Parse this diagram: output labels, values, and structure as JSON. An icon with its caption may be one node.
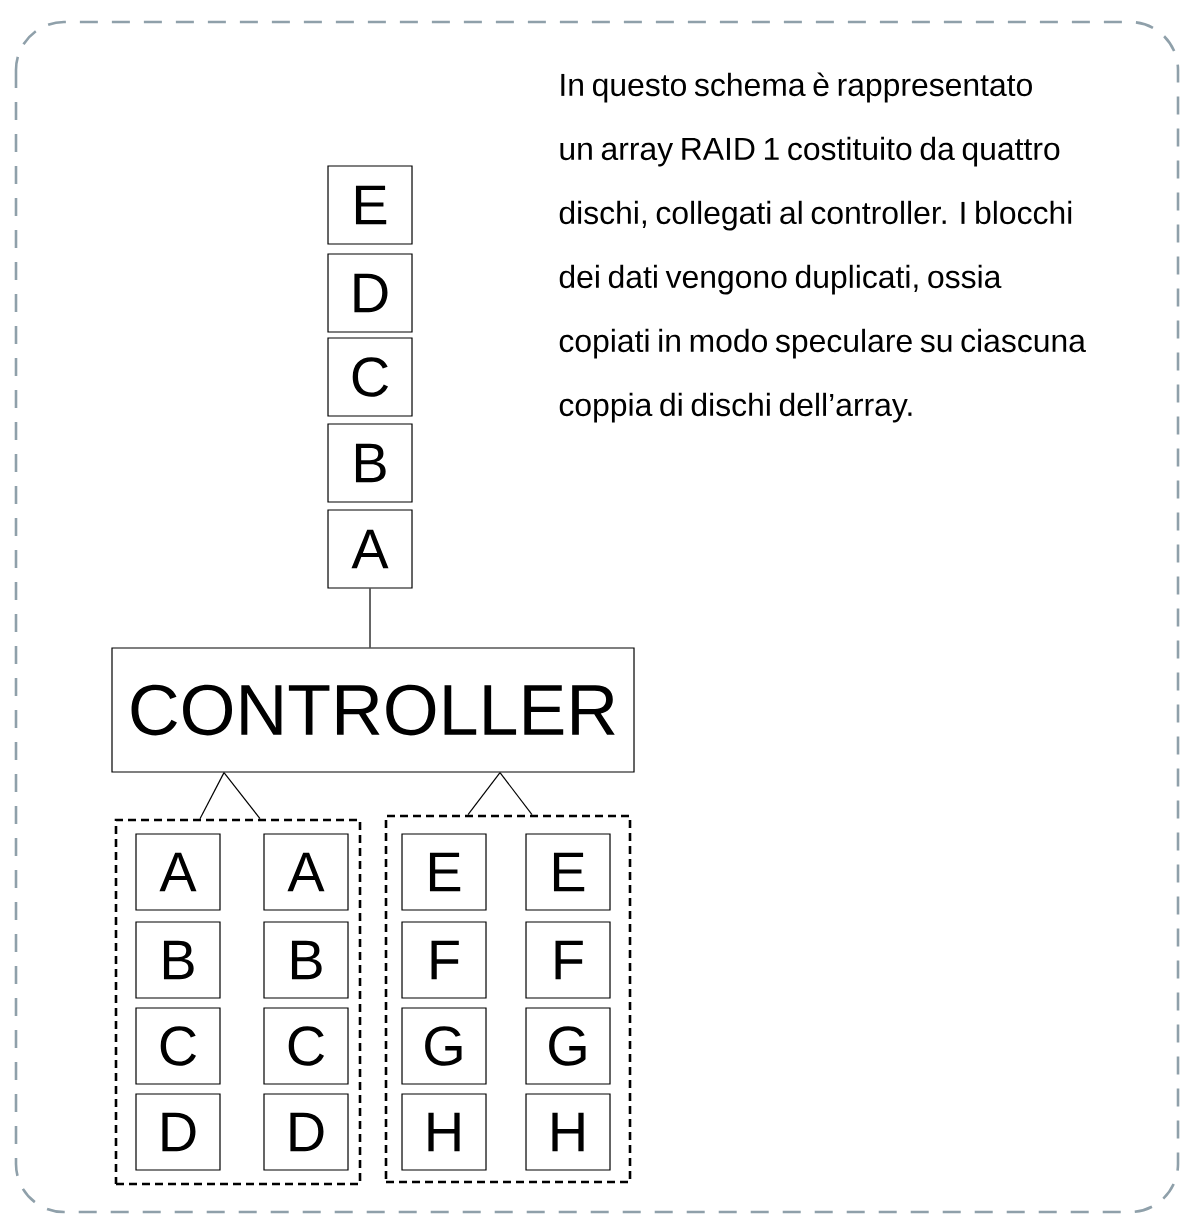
{
  "diagram": {
    "nodes": [
      {
        "text": [
          "E"
        ]
      },
      {
        "text": [
          "D"
        ]
      },
      {
        "text": [
          "C"
        ]
      },
      {
        "text": [
          "B"
        ]
      },
      {
        "text": [
          "A"
        ]
      },
      {
        "text": [
          "CONTROLLER"
        ]
      },
      {
        "text": [],
        "shape": "box"
      },
      {
        "text": [
          "A"
        ],
        "in": 6
      },
      {
        "text": [
          "A"
        ],
        "in": 6
      },
      {
        "text": [
          "B"
        ],
        "in": 6
      },
      {
        "text": [
          "B"
        ],
        "in": 6
      },
      {
        "text": [
          "C"
        ],
        "in": 6
      },
      {
        "text": [
          "C"
        ],
        "in": 6
      },
      {
        "text": [
          "D"
        ],
        "in": 6
      },
      {
        "text": [
          "D"
        ],
        "in": 6
      },
      {
        "text": [],
        "shape": "box"
      },
      {
        "text": [
          "E"
        ],
        "in": 15
      },
      {
        "text": [
          "E"
        ],
        "in": 15
      },
      {
        "text": [
          "F"
        ],
        "in": 15
      },
      {
        "text": [
          "F"
        ],
        "in": 15
      },
      {
        "text": [
          "G"
        ],
        "in": 15
      },
      {
        "text": [
          "G"
        ],
        "in": 15
      },
      {
        "text": [
          "H"
        ],
        "in": 15
      },
      {
        "text": [
          "H"
        ],
        "in": 15
      }
    ],
    "edges": [
      {
        "from": 4,
        "to": 5,
        "arrow": "none"
      },
      {
        "from": 5,
        "to": 6,
        "arrow": "none"
      },
      {
        "from": 5,
        "to": 6,
        "arrow": "none"
      },
      {
        "from": 5,
        "to": 15,
        "arrow": "none"
      },
      {
        "from": 5,
        "to": 15,
        "arrow": "none"
      }
    ],
    "labels": [
      "In questo schema è rappresentato un array RAID 1 costituito da quattro dischi, collegati al controller. I blocchi dei dati vengono duplicati, ossia copiati in modo speculare su ciascuna coppia di dischi dell’array."
    ]
  }
}
